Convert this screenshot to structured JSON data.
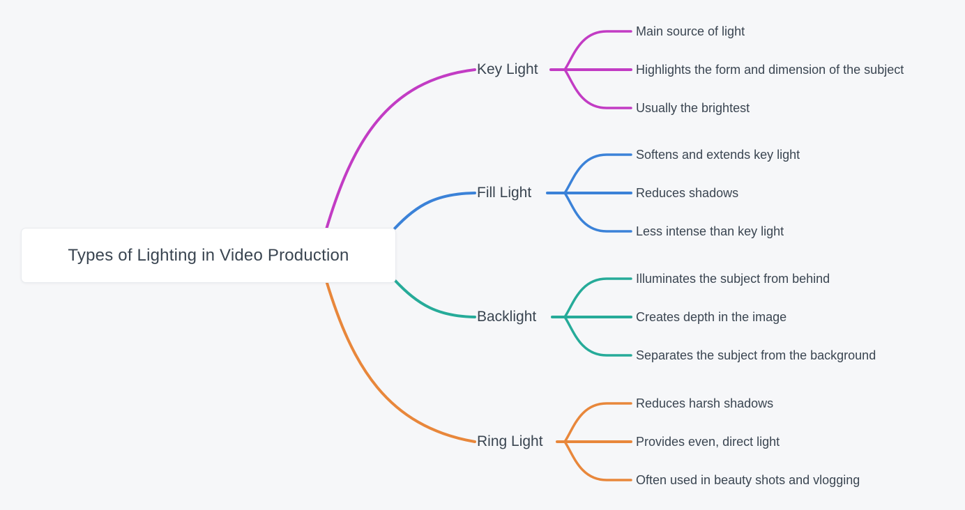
{
  "title": "Types of Lighting in Video Production",
  "canvas": {
    "background_color": "#f6f7f9",
    "text_color": "#3a4551",
    "root_node_background": "#ffffff"
  },
  "root": {
    "label": "Types of Lighting in Video Production"
  },
  "branches": [
    {
      "label": "Key Light",
      "color": "#c23cc4",
      "children": [
        "Main source of light",
        "Highlights the form and dimension of the subject",
        "Usually the brightest"
      ]
    },
    {
      "label": "Fill Light",
      "color": "#3b82d8",
      "children": [
        "Softens and extends key light",
        "Reduces shadows",
        "Less intense than key light"
      ]
    },
    {
      "label": "Backlight",
      "color": "#26ab99",
      "children": [
        "Illuminates the subject from behind",
        "Creates depth in the image",
        "Separates the subject from the background"
      ]
    },
    {
      "label": "Ring Light",
      "color": "#e8873b",
      "children": [
        "Reduces harsh shadows",
        "Provides even, direct light",
        "Often used in beauty shots and vlogging"
      ]
    }
  ]
}
